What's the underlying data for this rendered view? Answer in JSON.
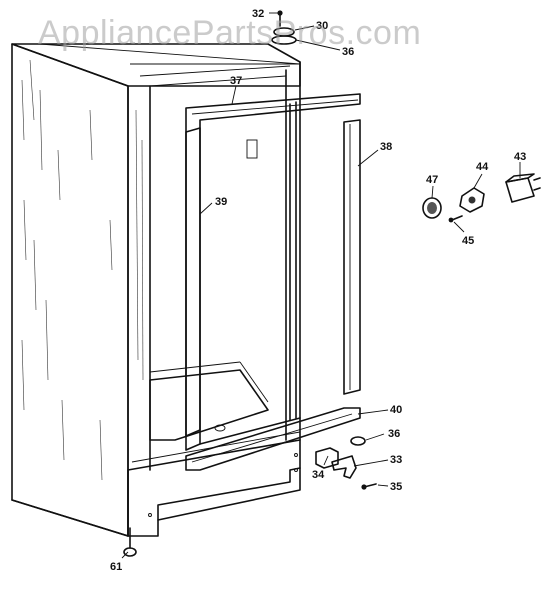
{
  "watermark": "AppliancePartsPros.com",
  "callouts": {
    "c32": "32",
    "c30": "30",
    "c36a": "36",
    "c37": "37",
    "c38": "38",
    "c39": "39",
    "c40": "40",
    "c36b": "36",
    "c33": "33",
    "c34": "34",
    "c35": "35",
    "c47": "47",
    "c44": "44",
    "c43": "43",
    "c45": "45",
    "c61": "61"
  }
}
